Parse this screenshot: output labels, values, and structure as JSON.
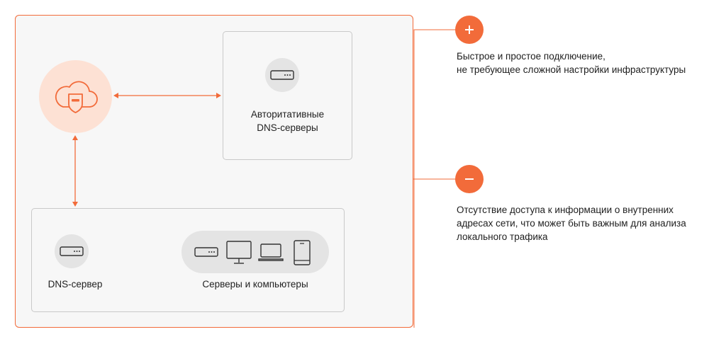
{
  "auth_dns": {
    "label_line1": "Авторитативные",
    "label_line2": "DNS-серверы"
  },
  "dns_server": {
    "label": "DNS-сервер"
  },
  "devices": {
    "label": "Серверы и компьютеры"
  },
  "advantage": {
    "icon": "plus-icon",
    "line1": "Быстрое и простое подключение,",
    "line2": "не требующее сложной настройки инфраструктуры"
  },
  "disadvantage": {
    "icon": "minus-icon",
    "line1": "Отсутствие доступа к информации о внутренних",
    "line2": "адресах сети, что может быть важным для анализа",
    "line3": "локального трафика"
  },
  "colors": {
    "accent": "#f26b3a",
    "accent_light": "#fde1d4",
    "node_bg": "#e4e4e4",
    "frame_bg": "#f7f7f7"
  }
}
